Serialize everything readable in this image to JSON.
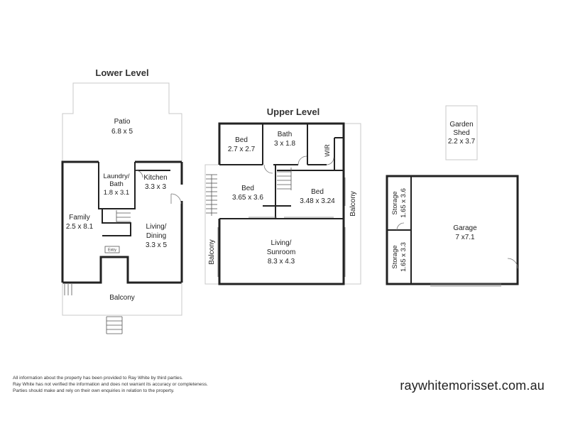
{
  "levels": {
    "lower": {
      "title": "Lower Level",
      "patio": {
        "name": "Patio",
        "size": "6.8 x 5"
      },
      "laundry": {
        "name1": "Laundry/",
        "name2": "Bath",
        "size": "1.8 x 3.1"
      },
      "kitchen": {
        "name": "Kitchen",
        "size": "3.3 x 3"
      },
      "family": {
        "name": "Family",
        "size": "2.5 x 8.1"
      },
      "living": {
        "name1": "Living/",
        "name2": "Dining",
        "size": "3.3 x 5"
      },
      "entry": "Entry",
      "balcony": "Balcony"
    },
    "upper": {
      "title": "Upper Level",
      "bed1": {
        "name": "Bed",
        "size": "2.7 x 2.7"
      },
      "bath": {
        "name": "Bath",
        "size": "3 x 1.8"
      },
      "wir": "WIR",
      "bed2": {
        "name": "Bed",
        "size": "3.65 x 3.6"
      },
      "bed3": {
        "name": "Bed",
        "size": "3.48 x 3.24"
      },
      "balcony_right": "Balcony",
      "balcony_left": "Balcony",
      "living": {
        "name1": "Living/",
        "name2": "Sunroom",
        "size": "8.3 x 4.3"
      }
    },
    "outbuildings": {
      "shed": {
        "name1": "Garden",
        "name2": "Shed",
        "size": "2.2 x 3.7"
      },
      "garage": {
        "name": "Garage",
        "size": "7 x7.1"
      },
      "storage_top": {
        "name": "Storage",
        "size": "1.65 x 3.6"
      },
      "storage_bottom": {
        "name": "Storage",
        "size": "1.65 x 3.3"
      }
    }
  },
  "disclaimer": [
    "All information about the property has been provided to Ray White by third parties.",
    "Ray White has not verified the information and does not warrant its accuracy or completeness.",
    "Parties should make and rely on their own enquiries in relation to the property."
  ],
  "website": "raywhitemorisset.com.au"
}
